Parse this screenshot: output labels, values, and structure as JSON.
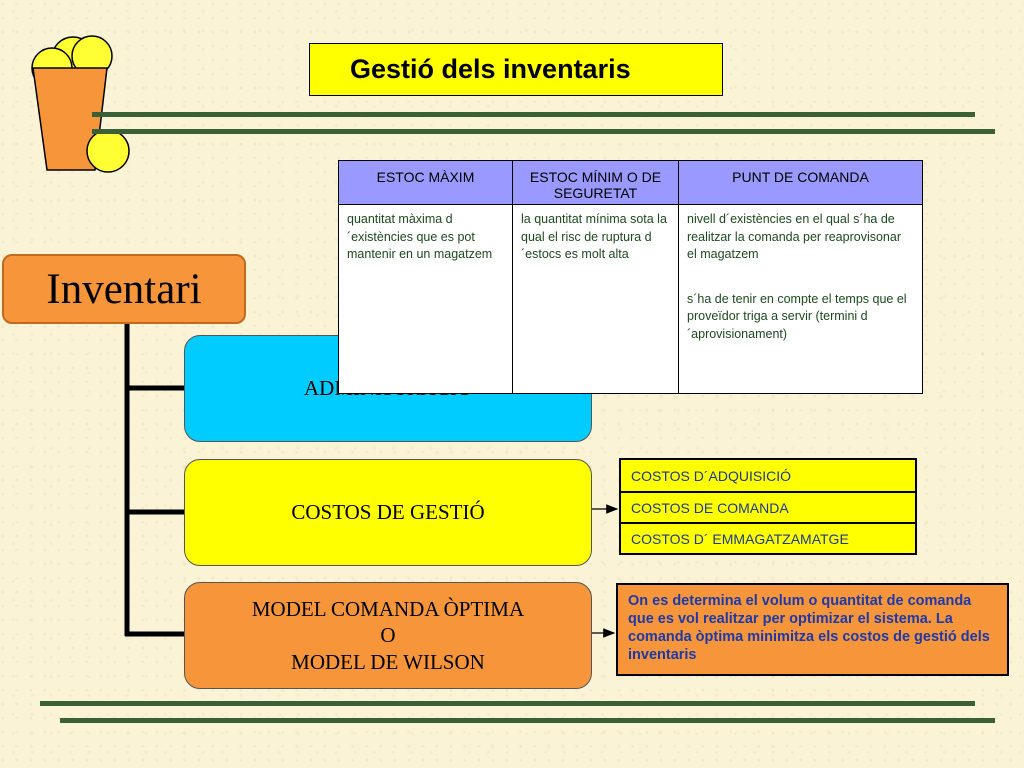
{
  "title": "Gestió dels inventaris",
  "root": {
    "label": "Inventari"
  },
  "nodes": {
    "administracio": "ADMINISTRACIÓ",
    "costos": "COSTOS DE GESTIÓ",
    "model": {
      "line1": "MODEL COMANDA ÒPTIMA",
      "line2": "O",
      "line3": "MODEL DE WILSON"
    }
  },
  "stock_table": {
    "headers": [
      "ESTOC MÀXIM",
      "ESTOC MÍNIM O DE SEGURETAT",
      "PUNT DE COMANDA"
    ],
    "cells": [
      "quantitat màxima d´existències que es pot mantenir en un magatzem",
      "la quantitat mínima sota la qual el risc de ruptura d´estocs es molt alta",
      "nivell d´existències en el qual s´ha de realitzar la comanda per reaprovisonar el magatzem"
    ],
    "note": "s´ha de tenir en compte el temps que el proveïdor triga a servir (termini d´aprovisionament)"
  },
  "costs": [
    "COSTOS D´ADQUISICIÓ",
    "COSTOS DE COMANDA",
    "COSTOS D´ EMMAGATZAMATGE"
  ],
  "wilson_description": "On es determina el volum o quantitat de comanda que es vol realitzar per optimizar el sistema. La comanda òptima minimitza els costos de gestió dels inventaris",
  "colors": {
    "title_bg": "#ffff00",
    "root_bg": "#f7953b",
    "administracio_bg": "#00ccff",
    "costos_bg": "#ffff00",
    "model_bg": "#f7953b",
    "table_header_bg": "#9999ff",
    "line_green": "#3b5f36"
  },
  "icons": [
    "lemon-cup-icon"
  ]
}
